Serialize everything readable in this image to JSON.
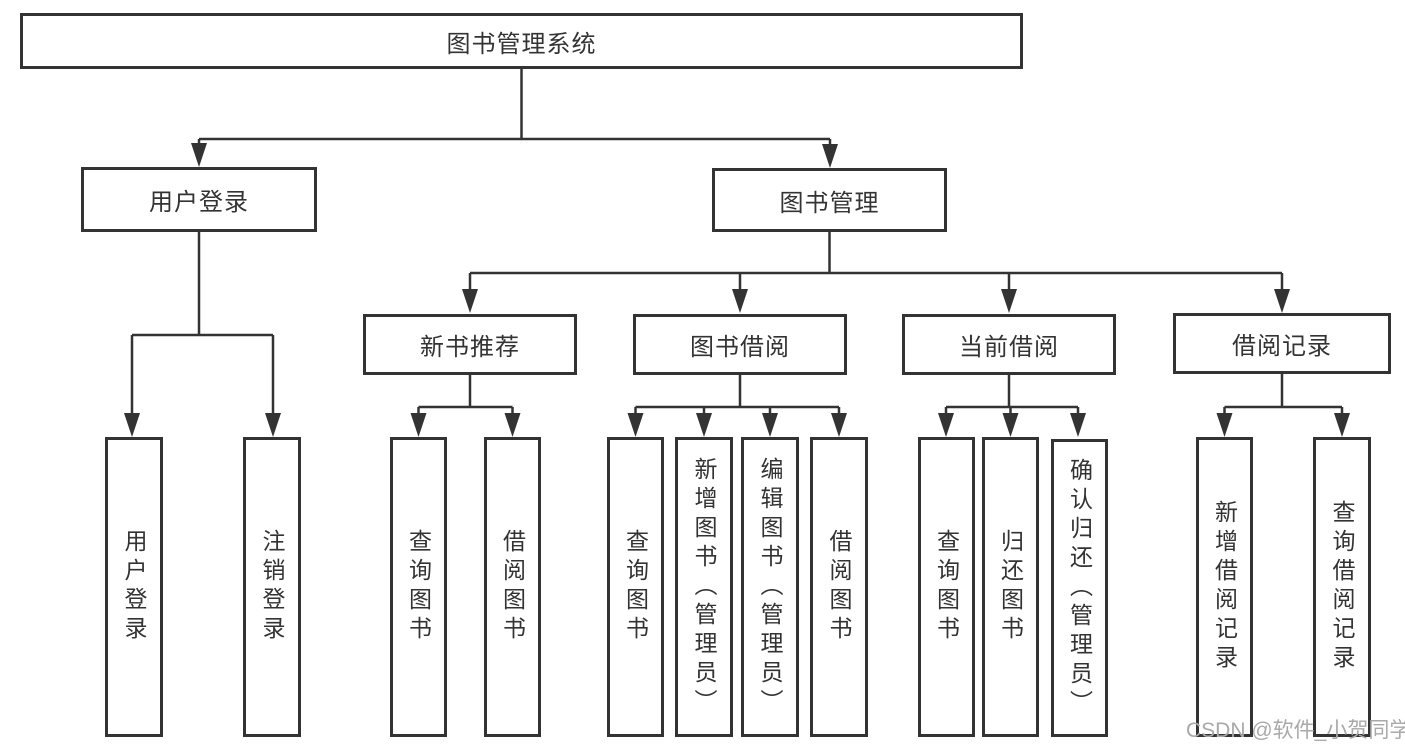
{
  "diagram": {
    "type": "tree",
    "colors": {
      "line": "#333333",
      "box_border": "#333333",
      "text": "#333333",
      "background": "#ffffff",
      "watermark": "#a9a9a9"
    },
    "nodes": {
      "root": {
        "label": "图书管理系统"
      },
      "user_login": {
        "label": "用户登录"
      },
      "book_mgmt": {
        "label": "图书管理"
      },
      "new_book": {
        "label": "新书推荐"
      },
      "book_borrow": {
        "label": "图书借阅"
      },
      "current_borrow": {
        "label": "当前借阅"
      },
      "borrow_record": {
        "label": "借阅记录"
      },
      "leaf_user_login": {
        "label": "用户登录"
      },
      "leaf_logout": {
        "label": "注销登录"
      },
      "leaf_nb_query": {
        "label": "查询图书"
      },
      "leaf_nb_borrow": {
        "label": "借阅图书"
      },
      "leaf_bb_query": {
        "label": "查询图书"
      },
      "leaf_bb_add": {
        "label": "新增图书（管理员）"
      },
      "leaf_bb_edit": {
        "label": "编辑图书（管理员）"
      },
      "leaf_bb_borrow": {
        "label": "借阅图书"
      },
      "leaf_cb_query": {
        "label": "查询图书"
      },
      "leaf_cb_return": {
        "label": "归还图书"
      },
      "leaf_cb_confirm": {
        "label": "确认归还（管理员）"
      },
      "leaf_br_add": {
        "label": "新增借阅记录"
      },
      "leaf_br_query": {
        "label": "查询借阅记录"
      }
    },
    "edges": [
      "root->user_login",
      "root->book_mgmt",
      "user_login->leaf_user_login",
      "user_login->leaf_logout",
      "book_mgmt->new_book",
      "book_mgmt->book_borrow",
      "book_mgmt->current_borrow",
      "book_mgmt->borrow_record",
      "new_book->leaf_nb_query",
      "new_book->leaf_nb_borrow",
      "book_borrow->leaf_bb_query",
      "book_borrow->leaf_bb_add",
      "book_borrow->leaf_bb_edit",
      "book_borrow->leaf_bb_borrow",
      "current_borrow->leaf_cb_query",
      "current_borrow->leaf_cb_return",
      "current_borrow->leaf_cb_confirm",
      "borrow_record->leaf_br_add",
      "borrow_record->leaf_br_query"
    ],
    "watermark": "CSDN @软件_小贺同学"
  }
}
